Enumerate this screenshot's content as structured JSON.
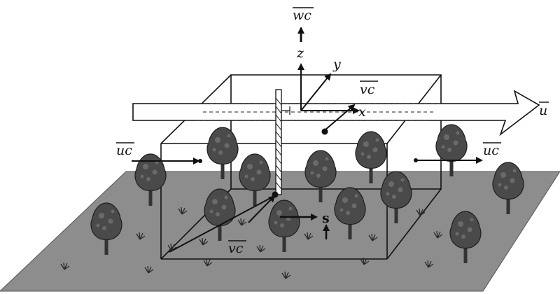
{
  "diagram": {
    "labels": {
      "vertical_flux": "wc",
      "z_axis": "z",
      "y_axis": "y",
      "x_axis": "x",
      "lateral_flux_top": "vc",
      "mean_wind": "u",
      "advection_in": "uc",
      "advection_out": "uc",
      "lateral_flux_bottom": "vc",
      "source": "s"
    },
    "colors": {
      "ground": "#8d8d8d",
      "canopy": "#4a4a4a",
      "lines": "#111111"
    },
    "icons": [
      "tree-icon",
      "grass-tuft-icon",
      "tower-icon",
      "wind-arrow-icon"
    ]
  }
}
